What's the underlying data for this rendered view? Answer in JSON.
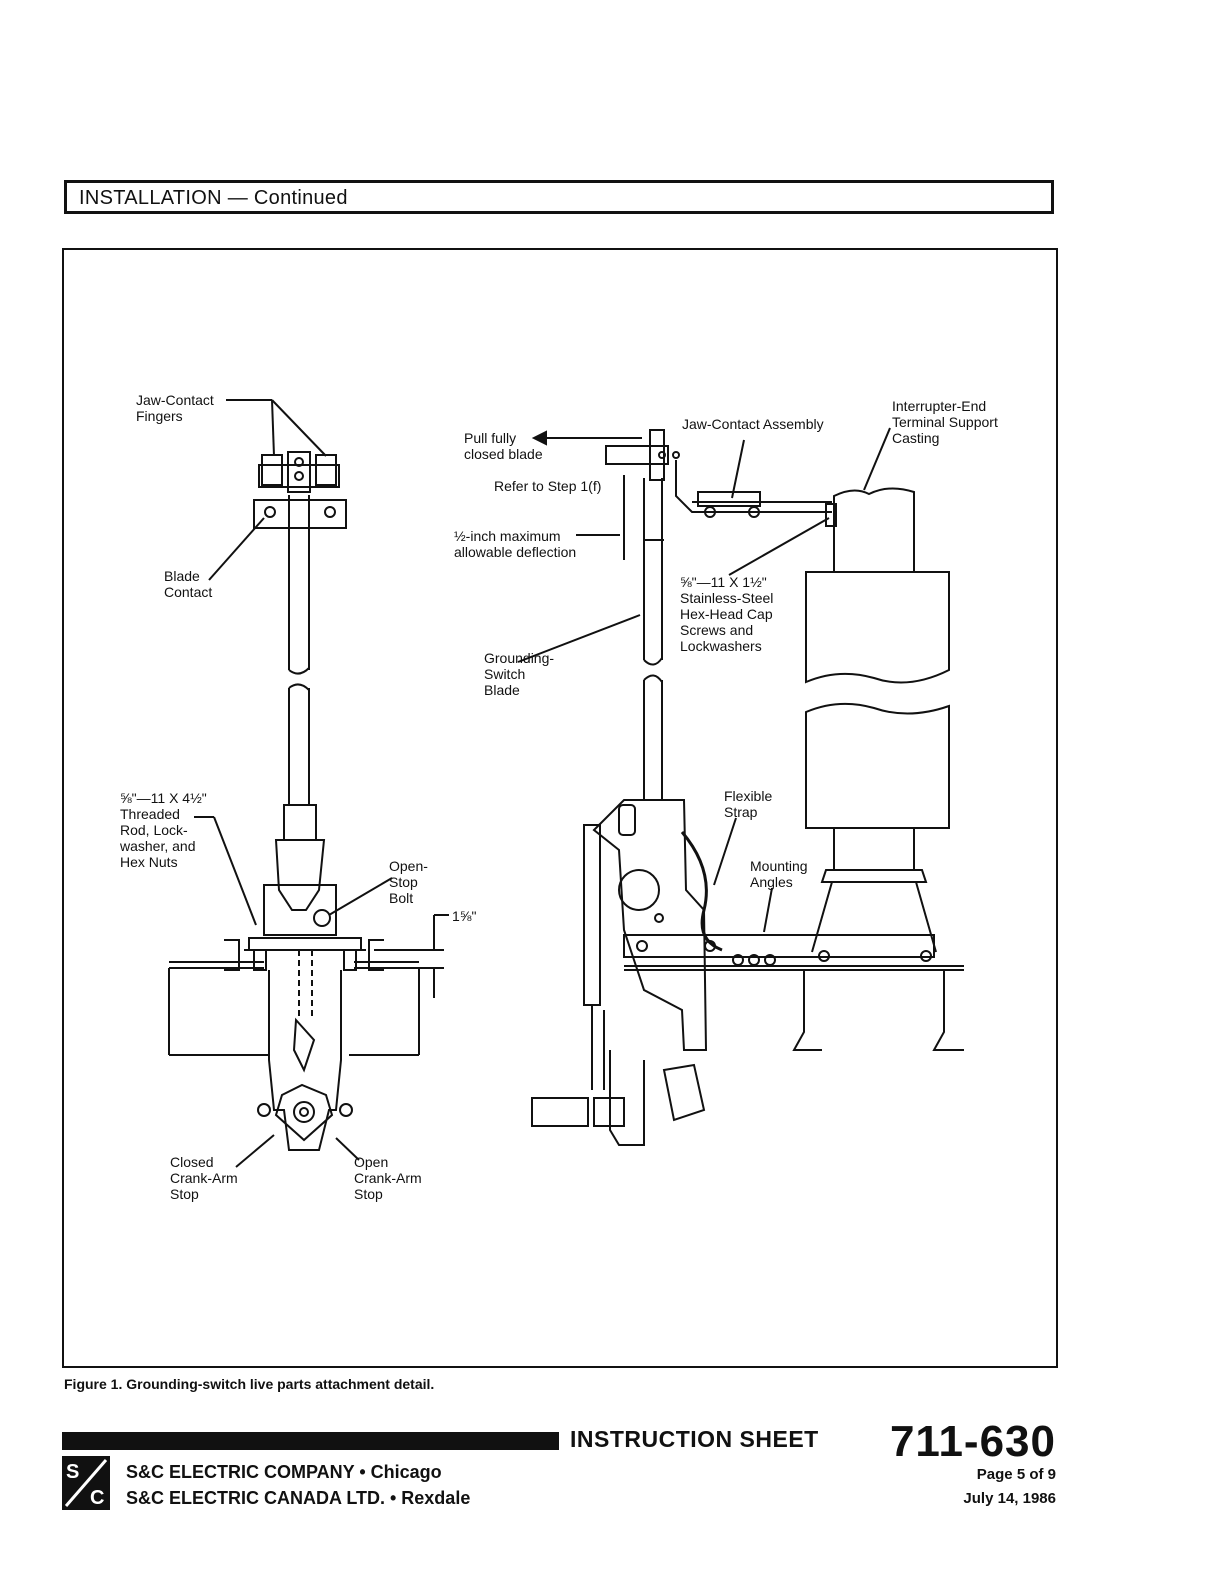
{
  "section": {
    "title": "INSTALLATION — Continued"
  },
  "figure": {
    "caption": "Figure 1.  Grounding-switch live parts attachment detail.",
    "left_labels": {
      "jaw_contact_fingers": "Jaw-Contact\nFingers",
      "blade_contact": "Blade\nContact",
      "threaded_rod": "⅝\"—11 X 4½\"\nThreaded\nRod, Lock-\nwasher, and\nHex Nuts",
      "open_stop_bolt": "Open-\nStop\nBolt",
      "dimension": "1⅝\"",
      "closed_crank_arm_stop": "Closed\nCrank-Arm\nStop",
      "open_crank_arm_stop": "Open\nCrank-Arm\nStop"
    },
    "right_labels": {
      "pull_fully_closed_blade": "Pull fully\nclosed blade",
      "refer_to_step": "Refer to Step 1(f)",
      "max_deflection": "½-inch maximum\nallowable deflection",
      "jaw_contact_assembly": "Jaw-Contact Assembly",
      "interrupter_end_casting": "Interrupter-End\nTerminal Support\nCasting",
      "cap_screws": "⅝\"—11 X 1½\"\nStainless-Steel\nHex-Head Cap\nScrews and\nLockwashers",
      "grounding_switch_blade": "Grounding-\nSwitch\nBlade",
      "flexible_strap": "Flexible\nStrap",
      "mounting_angles": "Mounting\nAngles"
    }
  },
  "footer": {
    "sheet_label": "INSTRUCTION SHEET",
    "sheet_number": "711-630",
    "company_chicago": "S&C ELECTRIC COMPANY • Chicago",
    "company_canada": "S&C ELECTRIC CANADA LTD. • Rexdale",
    "page": "Page 5 of 9",
    "date": "July 14, 1986",
    "logo_text": "S&C"
  }
}
